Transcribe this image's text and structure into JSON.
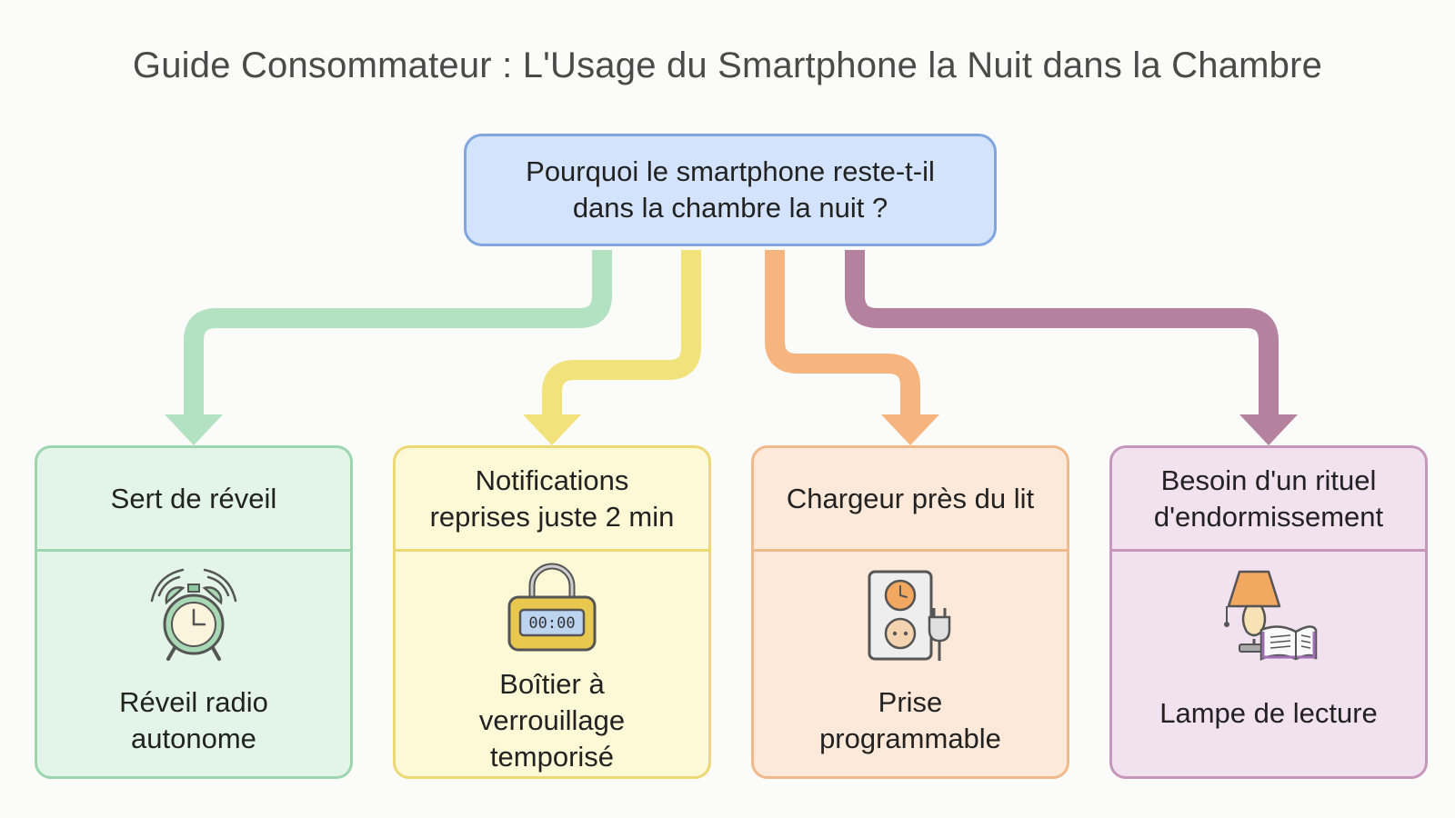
{
  "title": "Guide Consommateur : L'Usage du Smartphone la Nuit dans la Chambre",
  "root": {
    "lines": [
      "Pourquoi le smartphone reste-t-il",
      "dans la chambre la nuit ?"
    ],
    "color": "#d3e3fb",
    "border": "#7fa6de"
  },
  "cards": [
    {
      "heading": [
        "Sert de réveil"
      ],
      "icon": "alarm-clock-icon",
      "solution": [
        "Réveil radio",
        "autonome"
      ],
      "color": "#e3f5e8",
      "accent": "#9dd6ae",
      "arrow": "#b2e2c2"
    },
    {
      "heading": [
        "Notifications",
        "reprises juste 2 min"
      ],
      "icon": "timer-lock-box-icon",
      "icon_text": "00:00",
      "solution": [
        "Boîtier à",
        "verrouillage",
        "temporisé"
      ],
      "color": "#fdf8d6",
      "accent": "#ecd976",
      "arrow": "#f2e27c"
    },
    {
      "heading": [
        "Chargeur près du lit"
      ],
      "icon": "programmable-outlet-icon",
      "solution": [
        "Prise",
        "programmable"
      ],
      "color": "#fde9d9",
      "accent": "#f0b98a",
      "arrow": "#f6b57e"
    },
    {
      "heading": [
        "Besoin d'un rituel",
        "d'endormissement"
      ],
      "icon": "reading-lamp-book-icon",
      "solution": [
        "Lampe de lecture"
      ],
      "color": "#f2e1ef",
      "accent": "#c696bd",
      "arrow": "#b4829f"
    }
  ]
}
